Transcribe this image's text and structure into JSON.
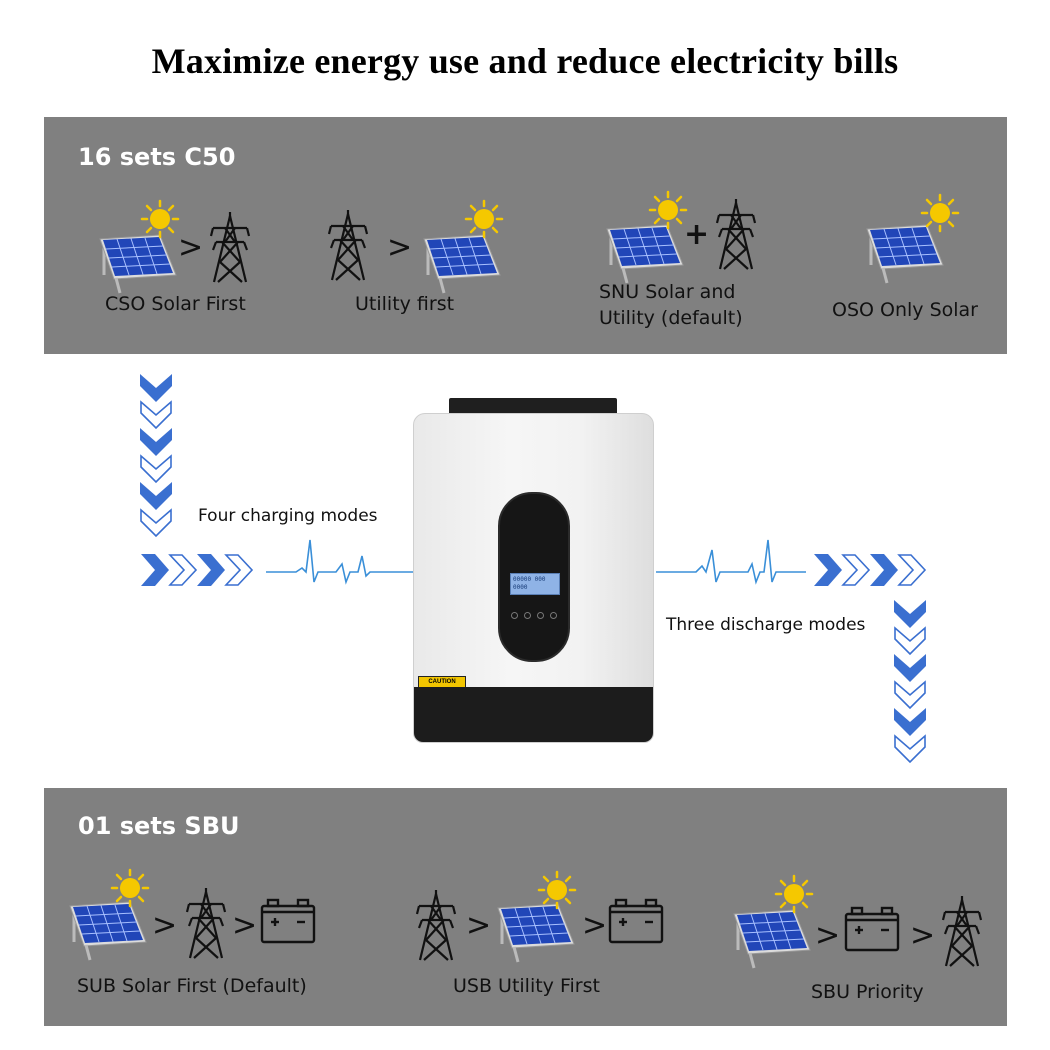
{
  "headline": "Maximize energy use and reduce electricity bills",
  "charging": {
    "title": "16 sets C50",
    "modes": [
      {
        "label": "CSO Solar First"
      },
      {
        "label": "Utility first"
      },
      {
        "label_line1": "SNU Solar and",
        "label_line2": "Utility (default)"
      },
      {
        "label": "OSO Only Solar"
      }
    ]
  },
  "flow": {
    "charging_label": "Four charging modes",
    "discharge_label": "Three discharge modes"
  },
  "inverter": {
    "lcd_text": "00000 000 0000",
    "caution_label": "CAUTION"
  },
  "discharge": {
    "title": "01 sets SBU",
    "modes": [
      {
        "label": "SUB Solar First (Default)"
      },
      {
        "label": "USB Utility First"
      },
      {
        "label": "SBU Priority"
      }
    ]
  },
  "symbols": {
    "greater": ">",
    "plus": "+"
  },
  "colors": {
    "panel": "#808080",
    "arrow": "#3a6fd0",
    "pulse": "#3a8fd8",
    "sun": "#f5c800",
    "solar": "#2146b8"
  },
  "icons": [
    "solar-panel-icon",
    "sun-icon",
    "power-tower-icon",
    "battery-icon",
    "chevron-arrow-icon",
    "pulse-line-icon"
  ]
}
